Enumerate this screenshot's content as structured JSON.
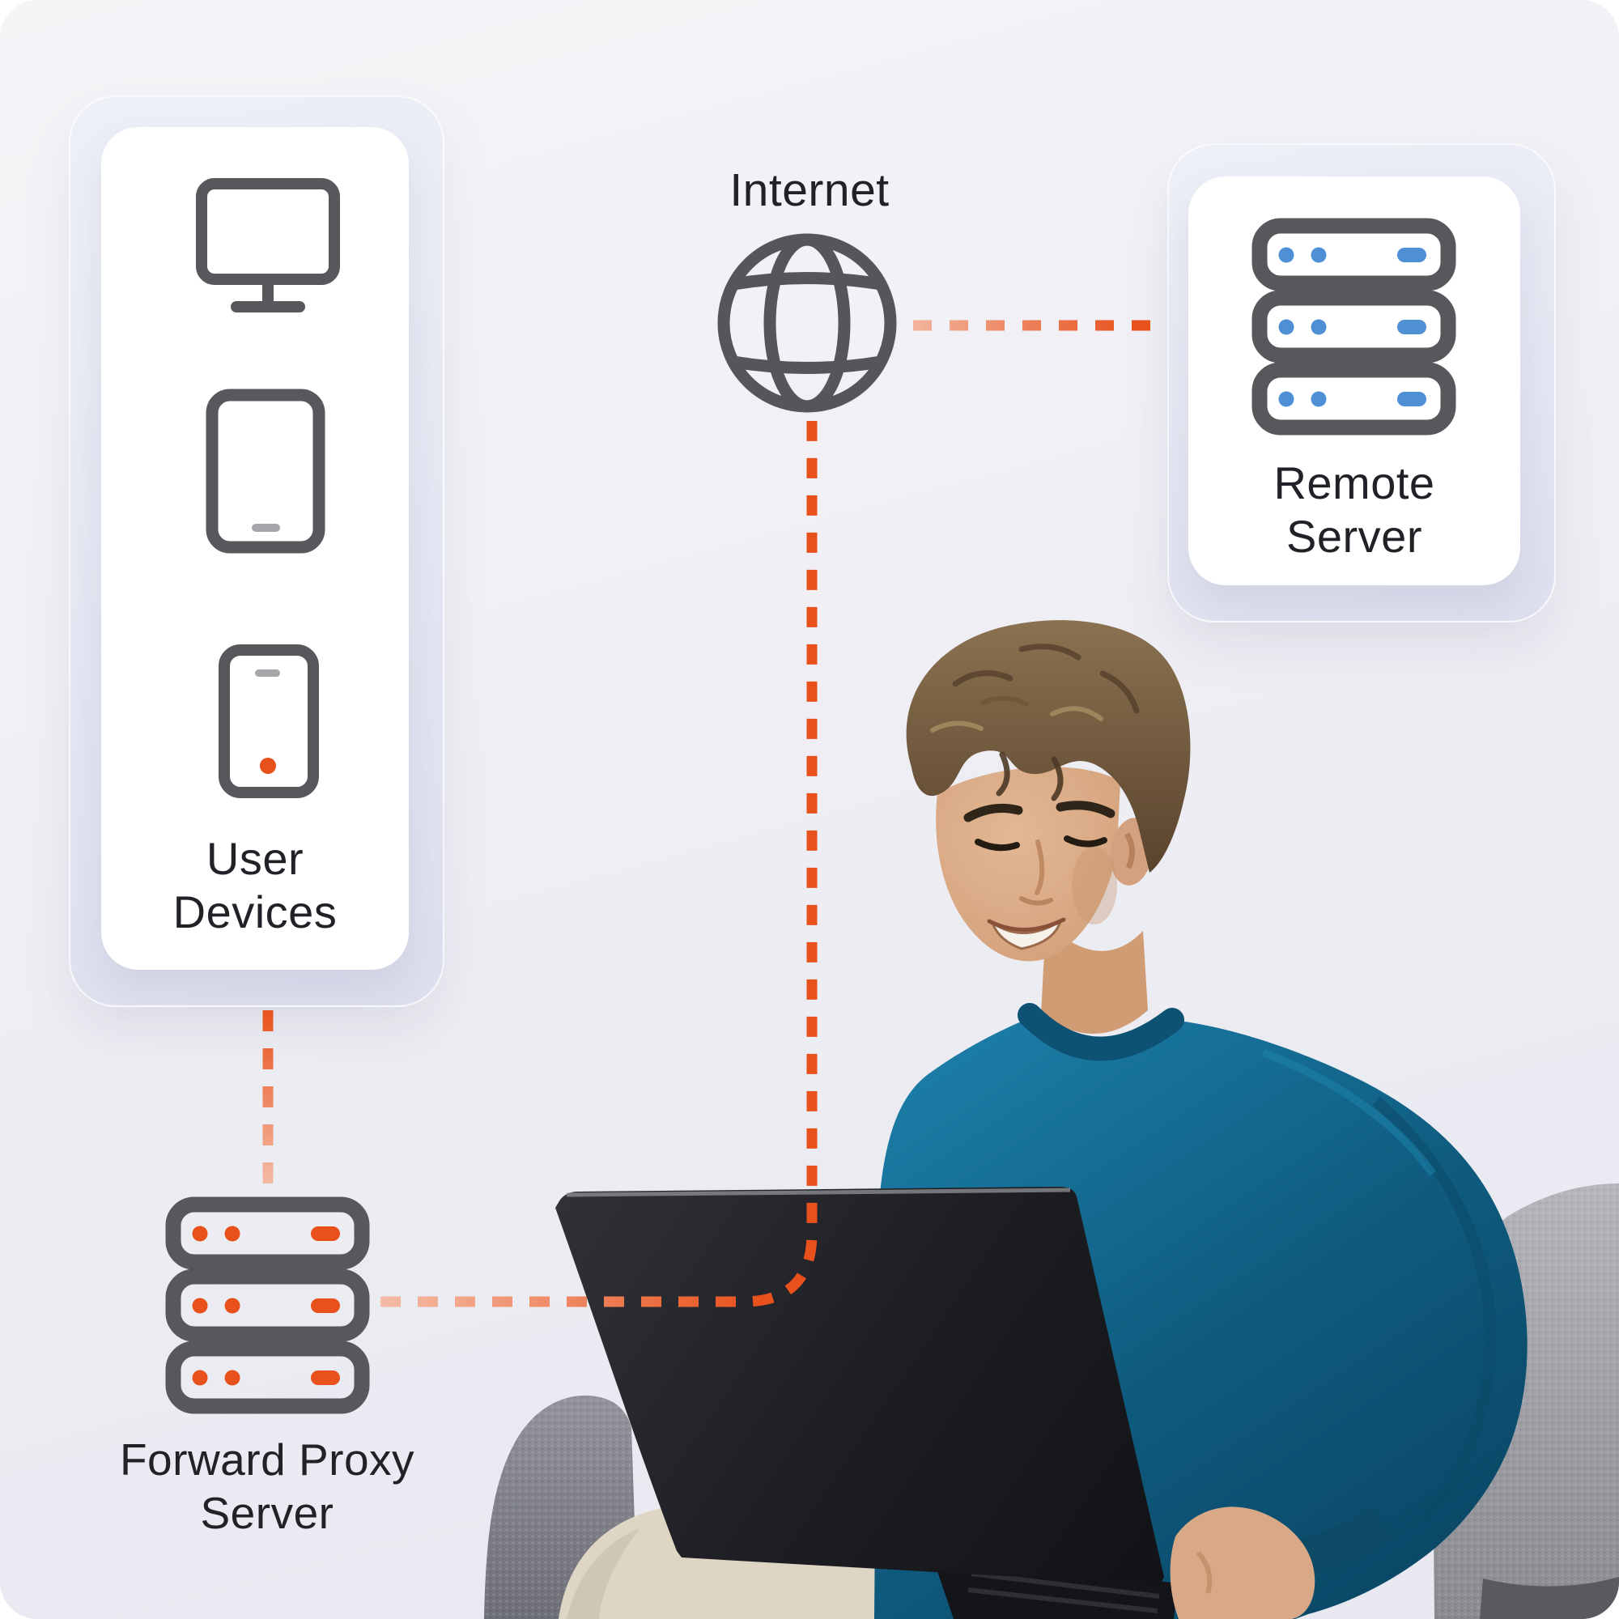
{
  "diagram": {
    "type": "network-flow-infographic",
    "title_labels": {
      "internet": "Internet",
      "user_devices_line1": "User",
      "user_devices_line2": "Devices",
      "remote_server_line1": "Remote",
      "remote_server_line2": "Server",
      "forward_proxy_line1": "Forward Proxy",
      "forward_proxy_line2": "Server"
    },
    "nodes": [
      {
        "id": "user-devices",
        "label": "User Devices",
        "icons": [
          "desktop-monitor-icon",
          "tablet-icon",
          "smartphone-icon"
        ],
        "container": "white rounded card on lavender backdrop"
      },
      {
        "id": "forward-proxy-server",
        "label": "Forward Proxy Server",
        "icons": [
          "server-stack-icon"
        ],
        "accent": "#E8511C"
      },
      {
        "id": "internet",
        "label": "Internet",
        "icons": [
          "globe-icon"
        ]
      },
      {
        "id": "remote-server",
        "label": "Remote Server",
        "icons": [
          "server-stack-icon"
        ],
        "accent": "#4F8FD4",
        "container": "white rounded card on lavender backdrop"
      }
    ],
    "edges": [
      {
        "from": "user-devices",
        "to": "forward-proxy-server",
        "style": "dashed",
        "color": "#E8511C"
      },
      {
        "from": "forward-proxy-server",
        "to": "internet",
        "style": "dashed",
        "color": "#E8511C"
      },
      {
        "from": "internet",
        "to": "remote-server",
        "style": "dashed",
        "color": "#E8511C"
      }
    ]
  },
  "photo": {
    "subject": "young man with curly brown hair in teal sweater using a black laptop while sitting in a gray fabric armchair"
  },
  "palette": {
    "orange": "#E8511C",
    "orange_faded": "#F5B9A2",
    "blue": "#4F8FD4",
    "icon_stroke_gray": "#57585C",
    "text": "#212227",
    "card_white": "#FFFFFF",
    "backdrop_lavender": "#E3E5F1",
    "background": "#EFEFF4",
    "sweater_teal": "#136A90",
    "chair_gray": "#A3A4AA",
    "laptop_dark": "#202126",
    "pants_beige": "#D9D0BF"
  }
}
